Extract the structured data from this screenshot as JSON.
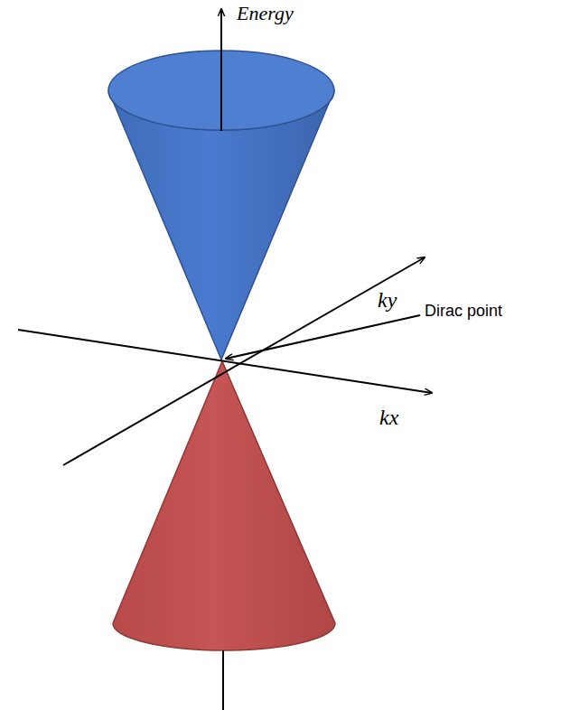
{
  "diagram": {
    "labels": [
      "Energy",
      "ky",
      "Dirac point",
      "kx"
    ]
  }
}
